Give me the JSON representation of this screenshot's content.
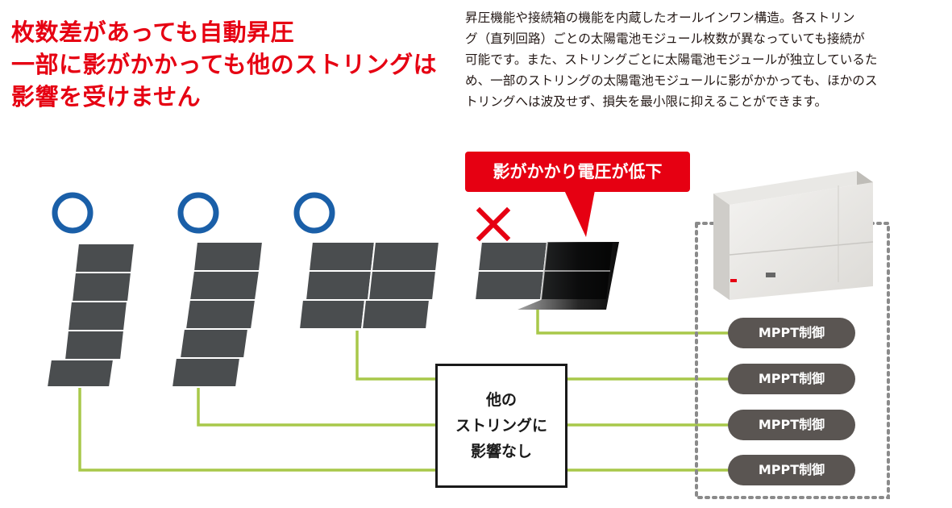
{
  "headline": {
    "lines": [
      "枚数差があっても自動昇圧",
      "一部に影がかかっても他のストリングは",
      "影響を受けません"
    ]
  },
  "description": {
    "lines": [
      "昇圧機能や接続箱の機能を内蔵したオールインワン構造。各ストリン",
      "グ（直列回路）ごとの太陽電池モジュール枚数が異なっていても接続が",
      "可能です。また、ストリングごとに太陽電池モジュールが独立しているた",
      "め、一部のストリングの太陽電池モジュールに影がかかっても、ほかのス",
      "トリングへは波及せず、損失を最小限に抑えることができます。"
    ]
  },
  "diagram": {
    "callout": "影がかかり電圧が低下",
    "center_box": {
      "lines": [
        "他の",
        "ストリングに",
        "影響なし"
      ]
    },
    "mppt_labels": [
      "MPPT制御",
      "MPPT制御",
      "MPPT制御",
      "MPPT制御"
    ],
    "string_marks": [
      "○",
      "○",
      "○",
      "×"
    ],
    "colors": {
      "accent_red": "#e60012",
      "ok_blue": "#1a5fa8",
      "wire_green": "#a8c84a",
      "panel_dark": "#4a4d4f",
      "mppt_gray": "#5a5552"
    }
  }
}
